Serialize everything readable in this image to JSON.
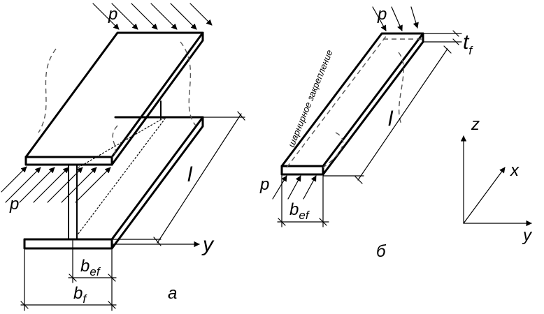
{
  "labels": {
    "p": "p",
    "l": "l",
    "b_ef_base": "b",
    "b_ef_sub": "ef",
    "b_f_base": "b",
    "b_f_sub": "f",
    "t_f_base": "t",
    "t_f_sub": "f",
    "y": "y",
    "z": "z",
    "x": "x",
    "caption_a": "а",
    "caption_b": "б",
    "hinge_note": "шарнирное закрепление"
  }
}
